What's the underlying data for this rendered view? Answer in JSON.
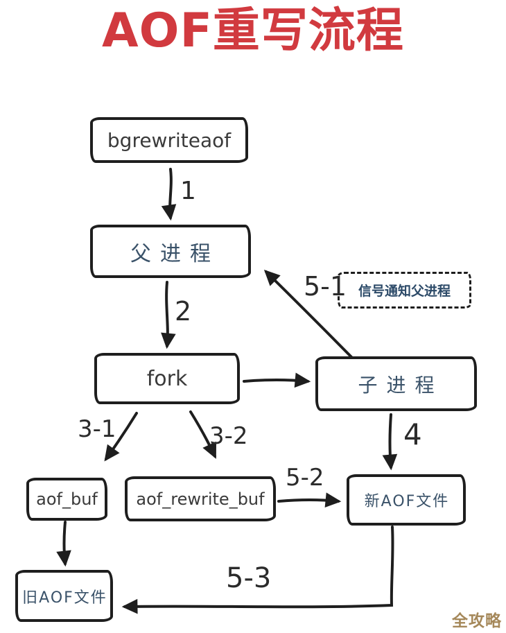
{
  "title": "AOF重写流程",
  "watermark": "全攻略",
  "nodes": {
    "bgrewriteaof": {
      "label": "bgrewriteaof"
    },
    "parent": {
      "label": "父进程"
    },
    "signal": {
      "label": "信号通知父进程"
    },
    "fork": {
      "label": "fork"
    },
    "child": {
      "label": "子进程"
    },
    "aof_buf": {
      "label": "aof_buf"
    },
    "aof_rewrite_buf": {
      "label": "aof_rewrite_buf"
    },
    "new_aof": {
      "label": "新AOF文件"
    },
    "old_aof": {
      "label": "旧AOF文件"
    }
  },
  "steps": {
    "s1": "1",
    "s2": "2",
    "s3_1": "3-1",
    "s3_2": "3-2",
    "s4": "4",
    "s5_1": "5-1",
    "s5_2": "5-2",
    "s5_3": "5-3"
  },
  "colors": {
    "title-red": "#d13a3f",
    "ink": "#1e1e1e",
    "cjk-text": "#3a5269",
    "en-text": "#3a3a3a",
    "signal-text": "#2c4a68",
    "label-text": "#2b2b2b",
    "watermark-gold": "#a5885a",
    "bg": "#ffffff"
  }
}
